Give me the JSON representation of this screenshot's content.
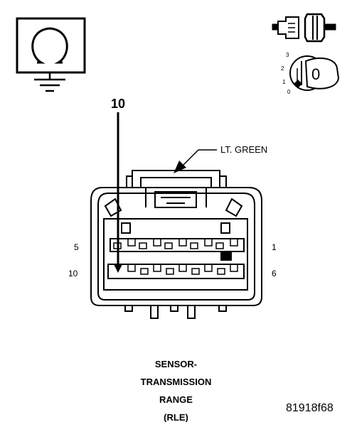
{
  "pin_callout": "10",
  "wire_color": "LT. GREEN",
  "row_labels": {
    "top_left": "5",
    "top_right": "1",
    "bottom_left": "10",
    "bottom_right": "6"
  },
  "key_position_numbers": [
    "3",
    "2",
    "1",
    "0"
  ],
  "key_symbol": "0",
  "caption_lines": [
    "SENSOR-",
    "TRANSMISSION",
    "RANGE",
    "(RLE)"
  ],
  "figure_id": "81918f68",
  "icons": [
    "ohmmeter-ground-icon",
    "connector-icon",
    "ignition-key-off-icon"
  ]
}
